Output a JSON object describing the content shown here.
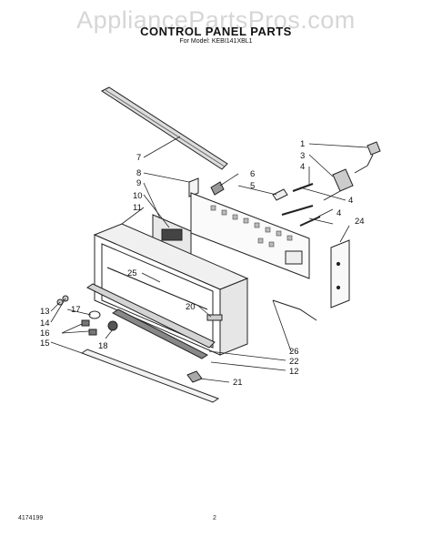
{
  "watermark": "AppliancePartsPros.com",
  "title": "CONTROL PANEL PARTS",
  "subtitle": "For Model: KEBI141XBL1",
  "footer": {
    "doc_number": "4174199",
    "page_number": "2"
  },
  "callouts": {
    "c1": "1",
    "c3": "3",
    "c4a": "4",
    "c4b": "4",
    "c4c": "4",
    "c5": "5",
    "c6": "6",
    "c7": "7",
    "c8": "8",
    "c9": "9",
    "c10": "10",
    "c11": "11",
    "c12": "12",
    "c13": "13",
    "c14": "14",
    "c15": "15",
    "c16": "16",
    "c17": "17",
    "c18": "18",
    "c20": "20",
    "c21": "21",
    "c22": "22",
    "c24": "24",
    "c25": "25",
    "c26": "26"
  }
}
